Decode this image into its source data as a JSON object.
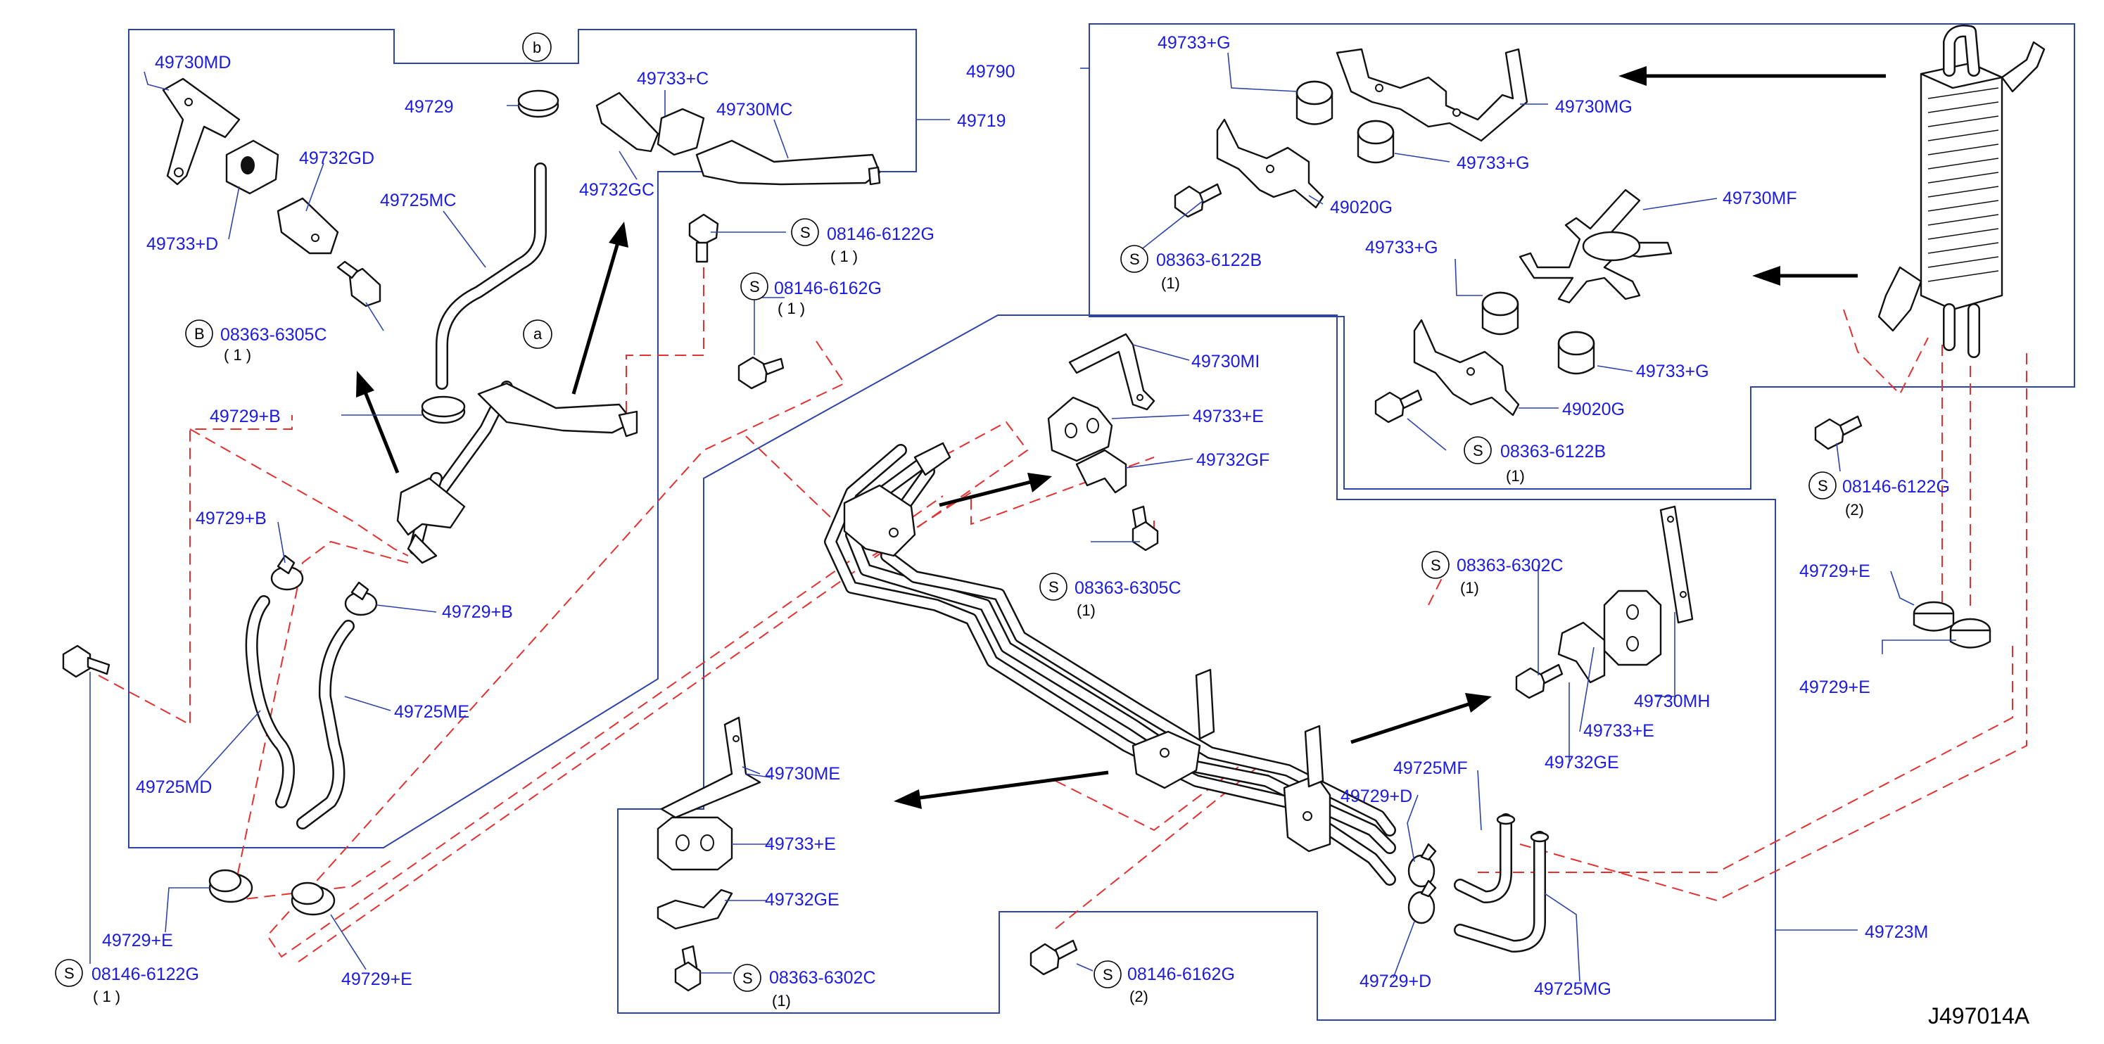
{
  "diagram_code": "J497014A",
  "labels": {
    "p49730MD": "49730MD",
    "p49729_top": "49729",
    "p49733C": "49733+C",
    "p49730MC": "49730MC",
    "p49719": "49719",
    "p49790": "49790",
    "p49733G_1": "49733+G",
    "p49730MG": "49730MG",
    "p49732GD": "49732GD",
    "p49733G_2": "49733+G",
    "p49725MC": "49725MC",
    "p49732GC": "49732GC",
    "p49020G_1": "49020G",
    "p49730MF": "49730MF",
    "p49733D": "49733+D",
    "p08146_6122G_1": "08146-6122G",
    "p08363_6122B_1": "08363-6122B",
    "p49733G_3": "49733+G",
    "p08146_6162G_1": "08146-6162G",
    "p08363_6305C_B": "08363-6305C",
    "p49730MI": "49730MI",
    "p49733G_4": "49733+G",
    "p49729B_1": "49729+B",
    "p49733E_1": "49733+E",
    "p49020G_2": "49020G",
    "p49732GF": "49732GF",
    "p08363_6122B_2": "08363-6122B",
    "p08146_6122G_2": "08146-6122G",
    "p49729B_2": "49729+B",
    "p08363_6305C_S": "08363-6305C",
    "p08363_6302C_1": "08363-6302C",
    "p49729E_1": "49729+E",
    "p49729B_3": "49729+B",
    "p49729E_2": "49729+E",
    "p49725ME": "49725ME",
    "p49730MH": "49730MH",
    "p49733E_2": "49733+E",
    "p49725MD": "49725MD",
    "p49730ME": "49730ME",
    "p49732GE_1": "49732GE",
    "p49725MF": "49725MF",
    "p49729D_1": "49729+D",
    "p49733E_3": "49733+E",
    "p49732GE_2": "49732GE",
    "p49729E_3": "49729+E",
    "p49723M": "49723M",
    "p08146_6122G_3": "08146-6122G",
    "p08363_6302C_2": "08363-6302C",
    "p08146_6162G_2": "08146-6162G",
    "p49729E_4": "49729+E",
    "p49729D_2": "49729+D",
    "p49725MG": "49725MG"
  },
  "quantities": {
    "q08146_6122G_1": "( 1 )",
    "q08146_6162G_1": "( 1 )",
    "q08363_6305C_B": "( 1 )",
    "q08363_6122B_1": "(1)",
    "q08363_6122B_2": "(1)",
    "q08146_6122G_2": "(2)",
    "q08363_6305C_S": "(1)",
    "q08363_6302C_1": "(1)",
    "q08146_6122G_3": "( 1 )",
    "q08363_6302C_2": "(1)",
    "q08146_6162G_2": "(2)"
  },
  "symbols": {
    "screw": "S",
    "bolt": "B",
    "ref_a": "a",
    "ref_b": "b"
  },
  "colors": {
    "label_blue": "#1c1ce0",
    "frame_blue": "#2e43a8",
    "dash_red": "#e53030",
    "line_black": "#111111"
  }
}
